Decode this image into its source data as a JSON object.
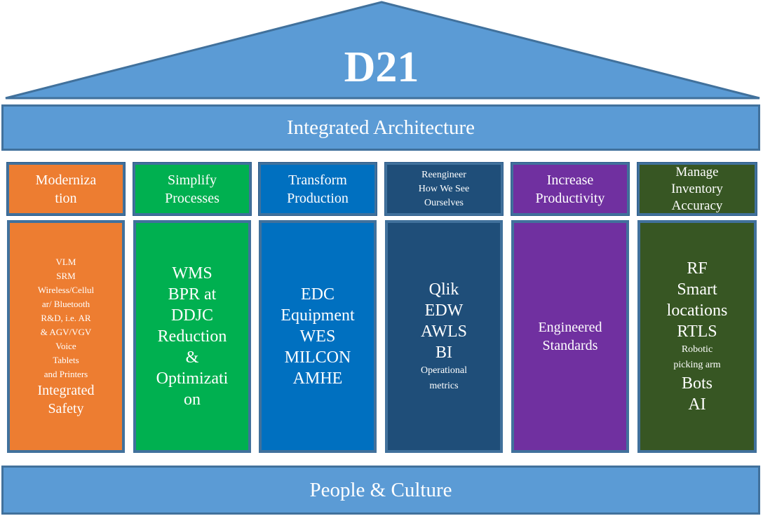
{
  "title": "D21",
  "top_band": "Integrated Architecture",
  "bottom_band": "People & Culture",
  "colors": {
    "roof": "#5b9bd5",
    "border": "#41719c",
    "orange": "#ed7d31",
    "green": "#00b050",
    "blue": "#0070c0",
    "navy": "#1f4e79",
    "purple": "#7030a0",
    "olive": "#375623"
  },
  "pillars": [
    {
      "heading": [
        "Moderniza",
        "tion"
      ],
      "items": [
        "VLM",
        "SRM",
        "Wireless/Cellul",
        "ar/ Bluetooth",
        "R&D, i.e. AR",
        "& AGV/VGV",
        "Voice",
        "Tablets",
        "and Printers",
        "Integrated",
        "Safety"
      ]
    },
    {
      "heading": [
        "Simplify",
        "Processes"
      ],
      "items": [
        "WMS",
        "BPR at",
        "DDJC",
        "Reduction",
        "&",
        "Optimizati",
        "on"
      ]
    },
    {
      "heading": [
        "Transform",
        "Production"
      ],
      "items": [
        "EDC",
        "Equipment",
        "WES",
        "MILCON",
        "AMHE"
      ]
    },
    {
      "heading": [
        "Reengineer",
        "How We See",
        "Ourselves"
      ],
      "items": [
        "Qlik",
        "EDW",
        "AWLS",
        "BI",
        "Operational",
        "metrics"
      ]
    },
    {
      "heading": [
        "Increase",
        "Productivity"
      ],
      "items": [
        "Engineered",
        "Standards"
      ]
    },
    {
      "heading": [
        "Manage",
        "Inventory",
        "Accuracy"
      ],
      "items": [
        "RF",
        "Smart",
        "locations",
        "RTLS",
        "Robotic",
        "picking arm",
        "Bots",
        "AI"
      ]
    }
  ]
}
